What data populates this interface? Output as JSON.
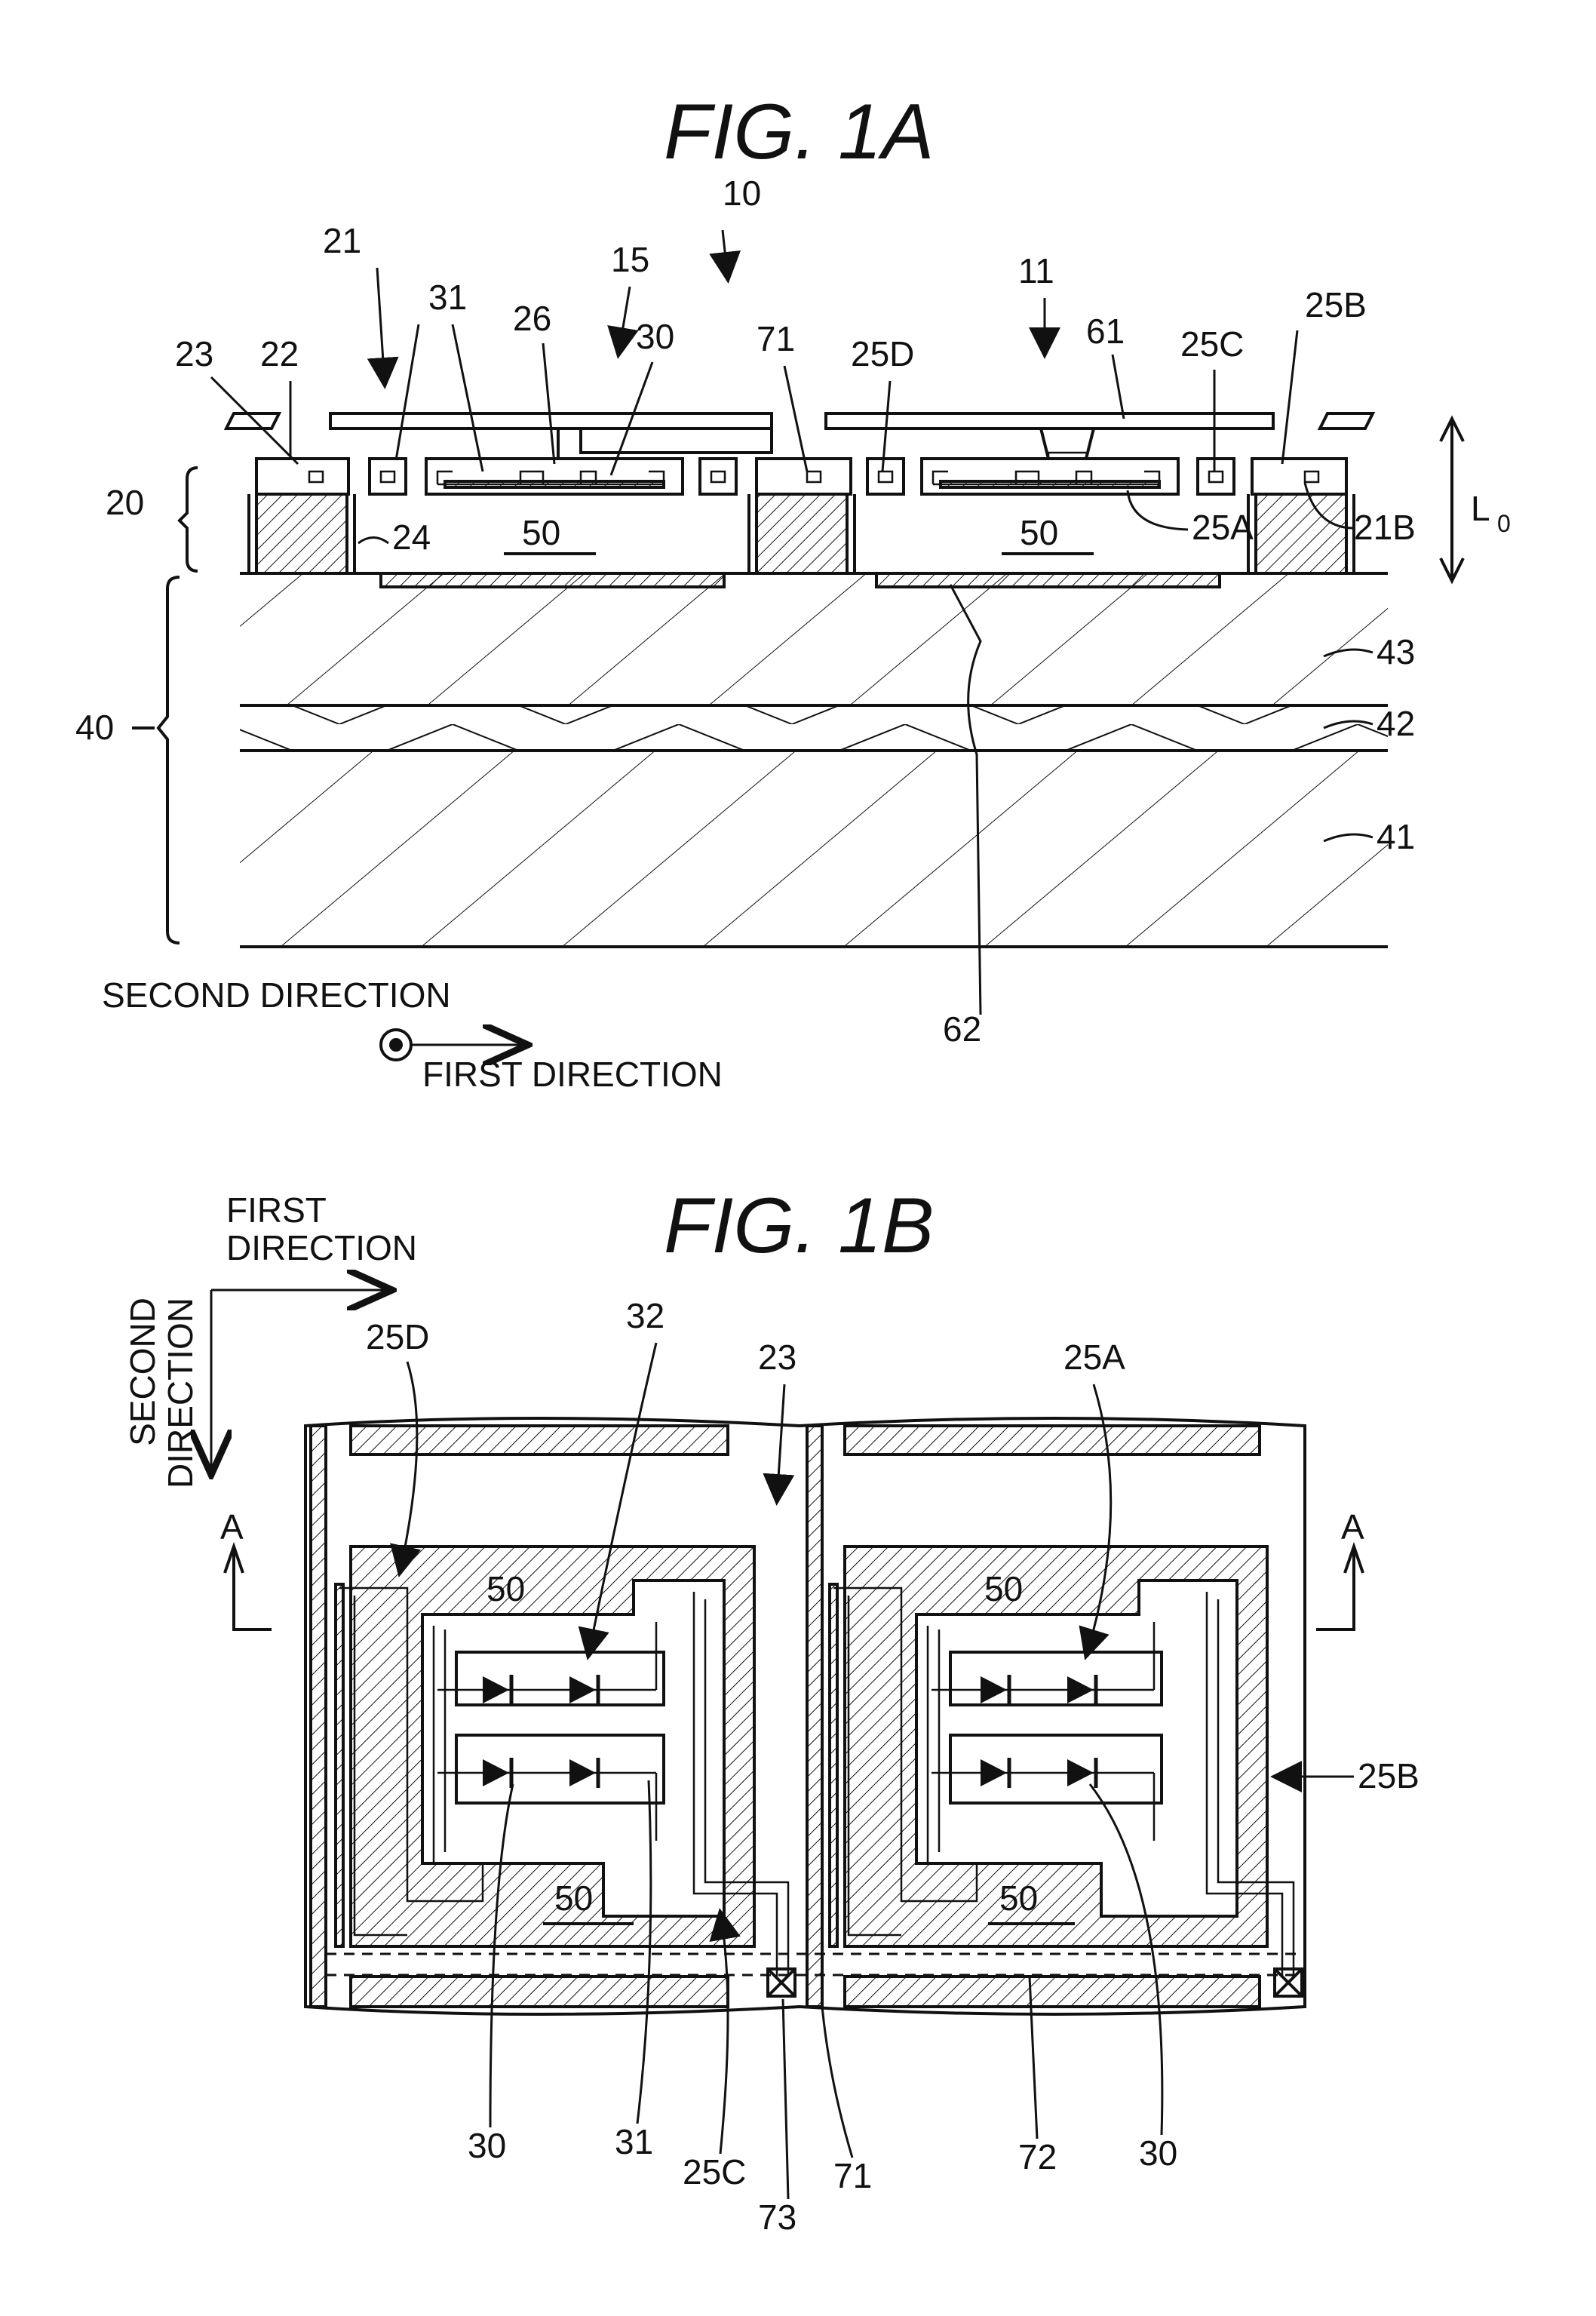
{
  "fig_a": {
    "title": "FIG. 1A",
    "labels": {
      "l10": "10",
      "l21": "21",
      "l15": "15",
      "l11": "11",
      "l31": "31",
      "l26": "26",
      "l30": "30",
      "l71": "71",
      "l25d": "25D",
      "l61": "61",
      "l25c": "25C",
      "l25b": "25B",
      "l23": "23",
      "l22": "22",
      "l20": "20",
      "l24": "24",
      "l50a": "50",
      "l50b": "50",
      "l25a": "25A",
      "l21b": "21B",
      "l0": "L",
      "l0sub": "0",
      "l43": "43",
      "l42": "42",
      "l40": "40",
      "l41": "41",
      "l62": "62"
    },
    "axis": {
      "second": "SECOND DIRECTION",
      "first": "FIRST DIRECTION"
    }
  },
  "fig_b": {
    "title": "FIG. 1B",
    "axis": {
      "first_1": "FIRST",
      "first_2": "DIRECTION",
      "second_1": "SECOND",
      "second_2": "DIRECTION"
    },
    "labels": {
      "l25d": "25D",
      "l32": "32",
      "l23": "23",
      "l25a": "25A",
      "secA_left": "A",
      "secA_right": "A",
      "l50a": "50",
      "l50b": "50",
      "l50c": "50",
      "l50d": "50",
      "l25b": "25B",
      "l30a": "30",
      "l31": "31",
      "l25c": "25C",
      "l73": "73",
      "l71": "71",
      "l72": "72",
      "l30b": "30"
    }
  }
}
